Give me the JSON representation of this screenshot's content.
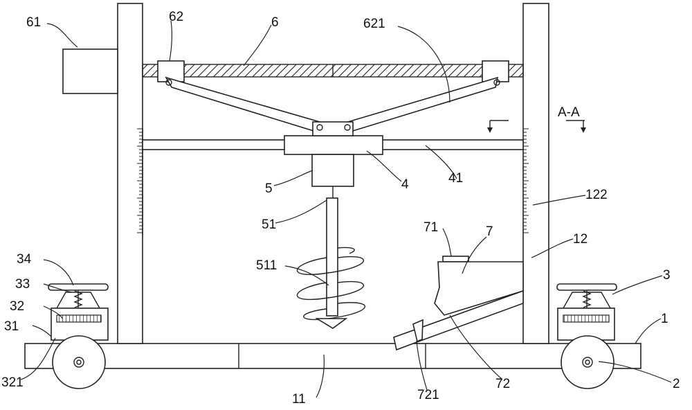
{
  "labels": {
    "l61": "61",
    "l62": "62",
    "l6": "6",
    "l621": "621",
    "l4": "4",
    "l41": "41",
    "l5": "5",
    "l51": "51",
    "l511": "511",
    "l122": "122",
    "l12": "12",
    "l71": "71",
    "l7": "7",
    "l3": "3",
    "l34": "34",
    "l33": "33",
    "l32": "32",
    "l31": "31",
    "l321": "321",
    "l1": "1",
    "l2": "2",
    "l11": "11",
    "l721": "721",
    "l72": "72",
    "section": "A-A"
  },
  "colors": {
    "line": "#222222",
    "background": "#ffffff"
  }
}
